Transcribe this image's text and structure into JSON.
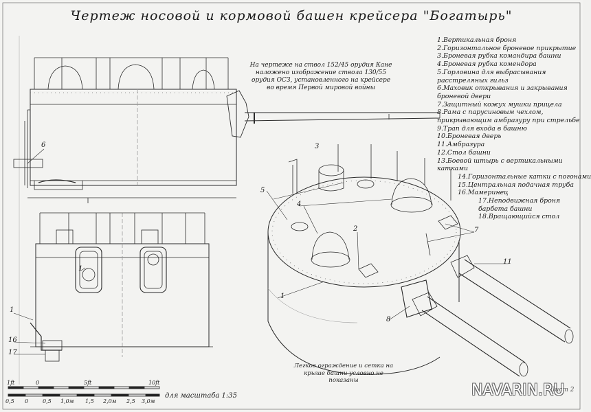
{
  "title": "Чертеж носовой и кормовой башен крейсера \"Богатырь\"",
  "note": "На чертеже на ствол 152/45 орудия Кане наложено изображение ствола 130/55 орудия ОСЗ, установленного на крейсере во время Первой мировой войны",
  "footnote": "Легкое ограждение и сетка на крыше башни условно не показаны",
  "legend": [
    "1.Вертикальная броня",
    "2.Горизонтальное броневое прикрытие",
    "3.Броневая рубка командира башни",
    "4.Броневая рубка комендора",
    "5.Горловина для выбрасывания",
    "расстреляных гильз",
    "6.Маховик открывания и закрывания",
    "броневой двери",
    "7.Защитный кожух мушки прицела",
    "8.Рама с парусиновым чехлом,",
    "прикрывающим амбразуру при стрельбе",
    "9.Трап для входа в башню",
    "10.Броневая дверь",
    "11.Амбразура",
    "12.Стол башни",
    "13.Боевой штырь с вертикальными",
    "катками",
    "14.Горизонтальные катки с погонами",
    "15.Центральная подачная труба",
    "16.Мамеринец",
    "17.Неподвижная броня",
    "барбета башни",
    "18.Вращающийся стол"
  ],
  "callouts": {
    "side_view": [
      "6"
    ],
    "rear_view": [
      "1",
      "1",
      "16",
      "17"
    ],
    "iso_view": [
      "3",
      "5",
      "4",
      "2",
      "7",
      "1",
      "11",
      "8"
    ]
  },
  "scale": {
    "ft_labels": [
      "1ft",
      "0",
      "5ft",
      "10ft"
    ],
    "m_labels": [
      "0,5",
      "0",
      "0,5",
      "1,0м",
      "1,5",
      "2,0м",
      "2,5",
      "3,0м"
    ],
    "caption": "для масштаба 1:35"
  },
  "watermark": "NAVARIN.RU",
  "sheet_label": "Лист 2"
}
